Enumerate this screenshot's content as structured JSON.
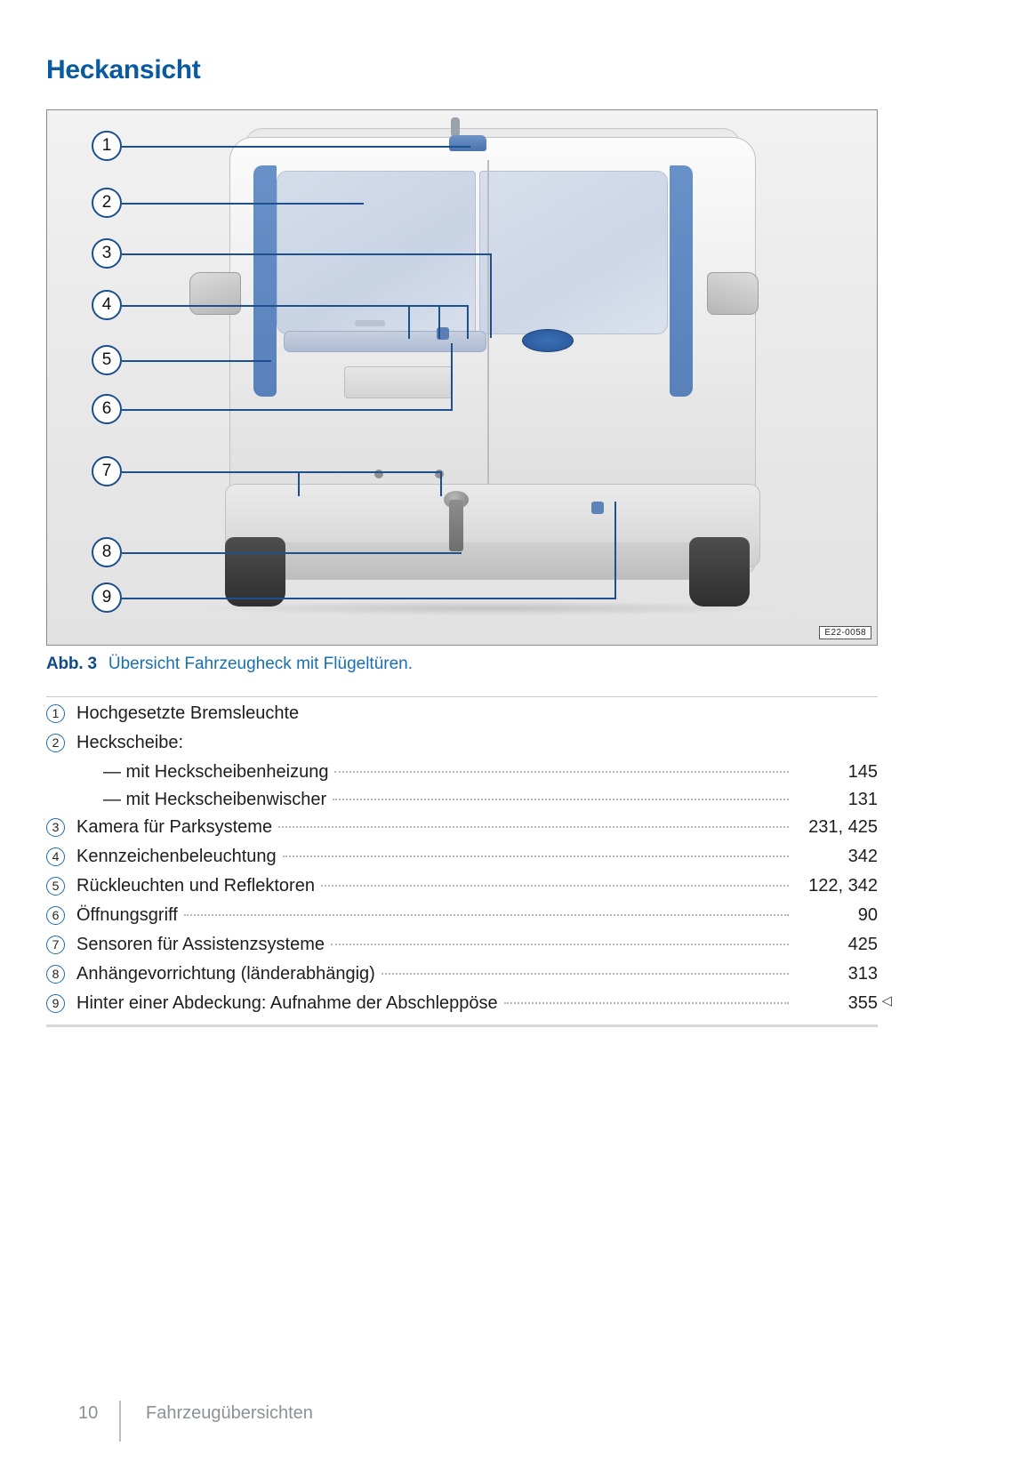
{
  "heading": "Heckansicht",
  "figure": {
    "image_code": "E22-0058",
    "callouts": [
      "1",
      "2",
      "3",
      "4",
      "5",
      "6",
      "7",
      "8",
      "9"
    ]
  },
  "caption": {
    "abb": "Abb. 3",
    "text": "Übersicht Fahrzeugheck mit Flügeltüren."
  },
  "legend": {
    "items": [
      {
        "num": "1",
        "label": "Hochgesetzte Bremsleuchte",
        "page": "",
        "sub": false,
        "dots": false
      },
      {
        "num": "2",
        "label": "Heckscheibe:",
        "page": "",
        "sub": false,
        "dots": false
      },
      {
        "num": "",
        "label": "— mit Heckscheibenheizung",
        "page": "145",
        "sub": true,
        "dots": true
      },
      {
        "num": "",
        "label": "— mit Heckscheibenwischer",
        "page": "131",
        "sub": true,
        "dots": true
      },
      {
        "num": "3",
        "label": "Kamera für Parksysteme",
        "page": "231, 425",
        "sub": false,
        "dots": true
      },
      {
        "num": "4",
        "label": "Kennzeichenbeleuchtung",
        "page": "342",
        "sub": false,
        "dots": true
      },
      {
        "num": "5",
        "label": "Rückleuchten und Reflektoren",
        "page": "122, 342",
        "sub": false,
        "dots": true
      },
      {
        "num": "6",
        "label": "Öffnungsgriff",
        "page": "90",
        "sub": false,
        "dots": true
      },
      {
        "num": "7",
        "label": "Sensoren für Assistenzsysteme",
        "page": "425",
        "sub": false,
        "dots": true
      },
      {
        "num": "8",
        "label": "Anhängevorrichtung (länderabhängig)",
        "page": "313",
        "sub": false,
        "dots": true
      },
      {
        "num": "9",
        "label": "Hinter einer Abdeckung: Aufnahme der Abschleppöse",
        "page": "355",
        "sub": false,
        "dots": true
      }
    ],
    "end_marker": "◁"
  },
  "footer": {
    "page_number": "10",
    "section": "Fahrzeugübersichten"
  },
  "colors": {
    "heading_blue": "#0a5aa0",
    "caption_blue": "#1a6fb0",
    "callout_ring": "#1a4f8a",
    "footer_gray": "#8b9196"
  }
}
